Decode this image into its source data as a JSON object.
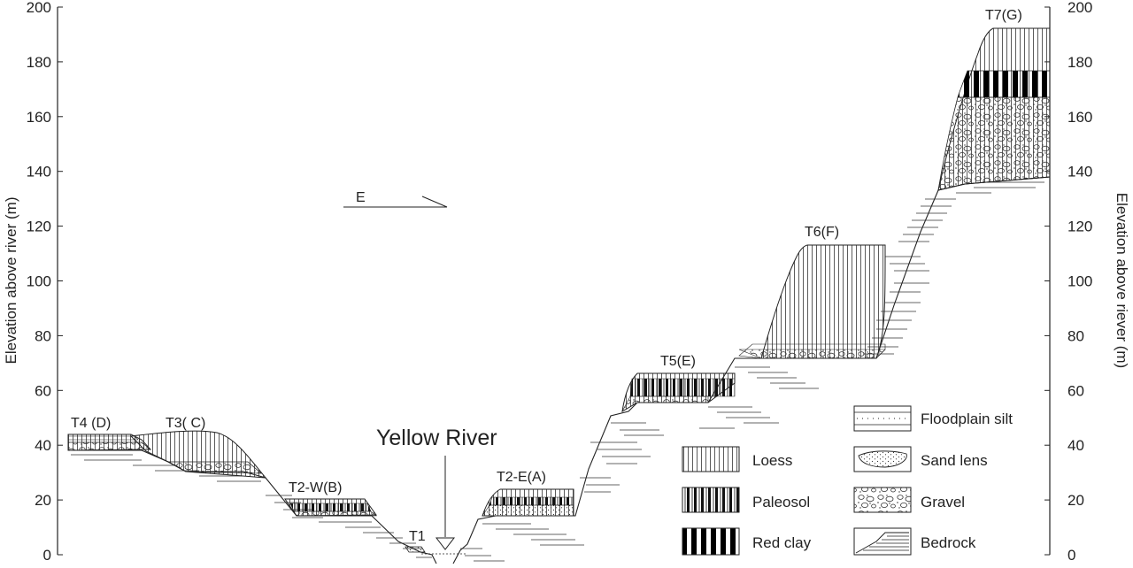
{
  "axes": {
    "left_label": "Elevation above river  (m)",
    "right_label": "Elevation above riever (m)",
    "ticks": [
      "0",
      "20",
      "40",
      "60",
      "80",
      "100",
      "120",
      "140",
      "160",
      "180",
      "200"
    ]
  },
  "direction_label": "E",
  "river_label": "Yellow River",
  "terraces": {
    "t1": "T1",
    "t2w": "T2-W(B)",
    "t2e": "T2-E(A)",
    "t3": "T3( C)",
    "t4": "T4 (D)",
    "t5": "T5(E)",
    "t6": "T6(F)",
    "t7": "T7(G)"
  },
  "legend": {
    "loess": "Loess",
    "paleosol": "Paleosol",
    "red_clay": "Red clay",
    "floodplain_silt": "Floodplain silt",
    "sand_lens": "Sand lens",
    "gravel": "Gravel",
    "bedrock": "Bedrock"
  }
}
